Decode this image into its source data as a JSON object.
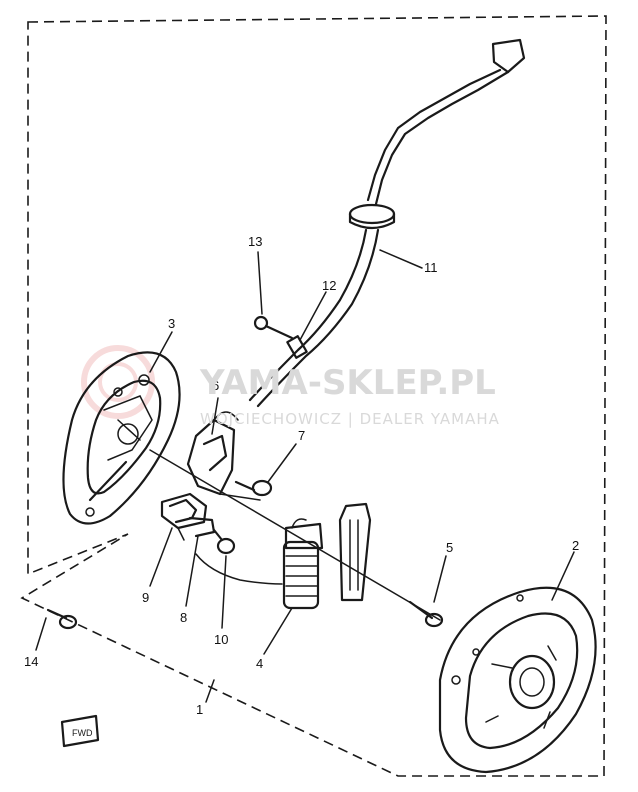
{
  "watermark": {
    "title": "YAMA-SKLEP.PL",
    "subtitle": "WOJCIECHOWICZ | DEALER YAMAHA"
  },
  "parts": [
    {
      "id": "p1",
      "label": "1"
    },
    {
      "id": "p2",
      "label": "2"
    },
    {
      "id": "p3",
      "label": "3"
    },
    {
      "id": "p4",
      "label": "4"
    },
    {
      "id": "p5",
      "label": "5"
    },
    {
      "id": "p6",
      "label": "6"
    },
    {
      "id": "p7",
      "label": "7"
    },
    {
      "id": "p8",
      "label": "8"
    },
    {
      "id": "p9",
      "label": "9"
    },
    {
      "id": "p10",
      "label": "10"
    },
    {
      "id": "p11",
      "label": "11"
    },
    {
      "id": "p12",
      "label": "12"
    },
    {
      "id": "p13",
      "label": "13"
    },
    {
      "id": "p14",
      "label": "14"
    }
  ],
  "front_marker": "FWD",
  "colors": {
    "ink": "#1a1a1a",
    "watermark": "#d9d9d9",
    "watermark_logo": "#f2c4c4"
  }
}
